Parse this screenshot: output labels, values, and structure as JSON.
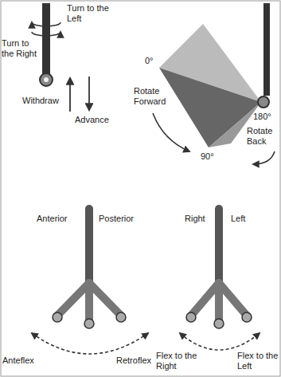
{
  "diagram": {
    "labels": [
      "Turn to the Left",
      "Turn to the Right",
      "Withdraw",
      "Advance",
      "0°",
      "180°",
      "90°",
      "Rotate Forward",
      "Rotate Back",
      "Anterior",
      "Posterior",
      "Anteflex",
      "Retroflex",
      "Right",
      "Left",
      "Flex to the Right",
      "Flex to the Left"
    ]
  }
}
